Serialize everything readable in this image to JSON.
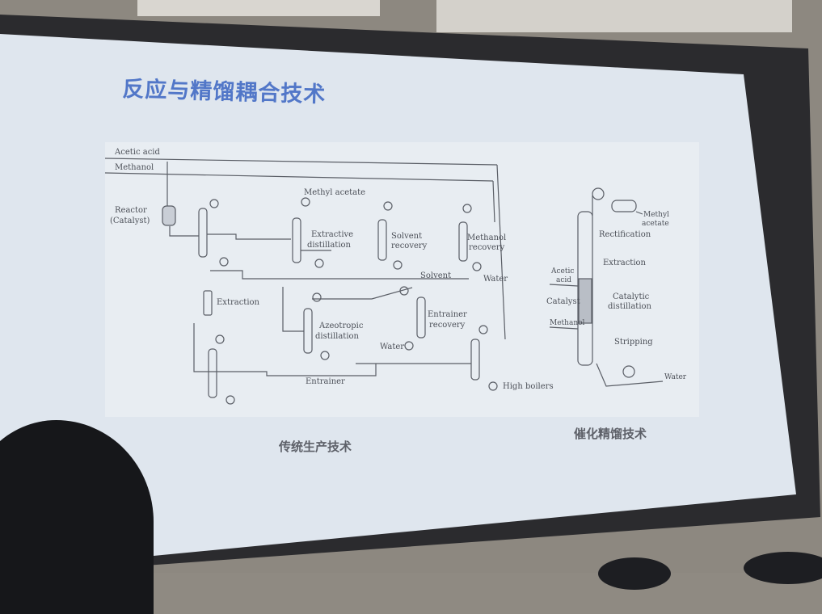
{
  "slide": {
    "title": "反应与精馏耦合技术",
    "left_caption": "传统生产技术",
    "right_caption": "催化精馏技术"
  },
  "traditional_process": {
    "feeds": [
      "Acetic acid",
      "Methanol"
    ],
    "reactor": [
      "Reactor",
      "(Catalyst)"
    ],
    "products": {
      "methyl_acetate": "Methyl acetate",
      "solvent": "Solvent",
      "water_1": "Water",
      "water_2": "Water",
      "entrainer": "Entrainer",
      "high_boilers": "High boilers"
    },
    "units": {
      "extractive": [
        "Extractive",
        "distillation"
      ],
      "solvent_recovery": [
        "Solvent",
        "recovery"
      ],
      "methanol_recovery": [
        "Methanol",
        "recovery"
      ],
      "extraction": "Extraction",
      "azeotropic": [
        "Azeotropic",
        "distillation"
      ],
      "entrainer_recovery": [
        "Entrainer",
        "recovery"
      ]
    }
  },
  "catalytic_process": {
    "top_product": [
      "Methyl",
      "acetate"
    ],
    "sections": [
      "Rectification",
      "Extraction",
      "Catalytic",
      "distillation",
      "Stripping"
    ],
    "feeds": [
      "Acetic",
      "acid",
      "Catalyst",
      "Methanol"
    ],
    "bottom_product": "Water"
  }
}
